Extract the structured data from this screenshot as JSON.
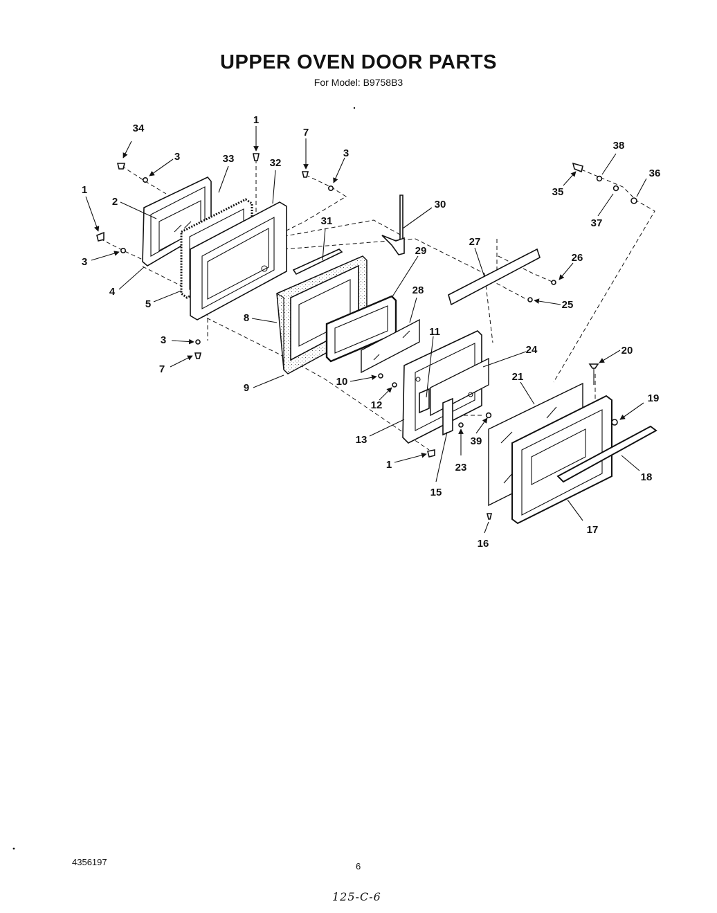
{
  "header": {
    "title": "UPPER OVEN DOOR PARTS",
    "subtitle": "For Model: B9758B3"
  },
  "callouts": {
    "c34": "34",
    "c3a": "3",
    "c33": "33",
    "c1a": "1",
    "c32": "32",
    "c7a": "7",
    "c3b": "3",
    "c2": "2",
    "c1b": "1",
    "c3c": "3",
    "c4": "4",
    "c5": "5",
    "c31": "31",
    "c30": "30",
    "c29": "29",
    "c27": "27",
    "c26": "26",
    "c25": "25",
    "c8": "8",
    "c28": "28",
    "c3d": "3",
    "c7b": "7",
    "c9": "9",
    "c11": "11",
    "c24": "24",
    "c10": "10",
    "c12": "12",
    "c13": "13",
    "c1c": "1",
    "c39": "39",
    "c23": "23",
    "c15": "15",
    "c20": "20",
    "c21": "21",
    "c19": "19",
    "c18": "18",
    "c17": "17",
    "c16": "16",
    "c38": "38",
    "c36": "36",
    "c35": "35",
    "c37": "37"
  },
  "footer": {
    "doc_number": "4356197",
    "page_number": "6",
    "handwritten_note": "125-C-6"
  }
}
